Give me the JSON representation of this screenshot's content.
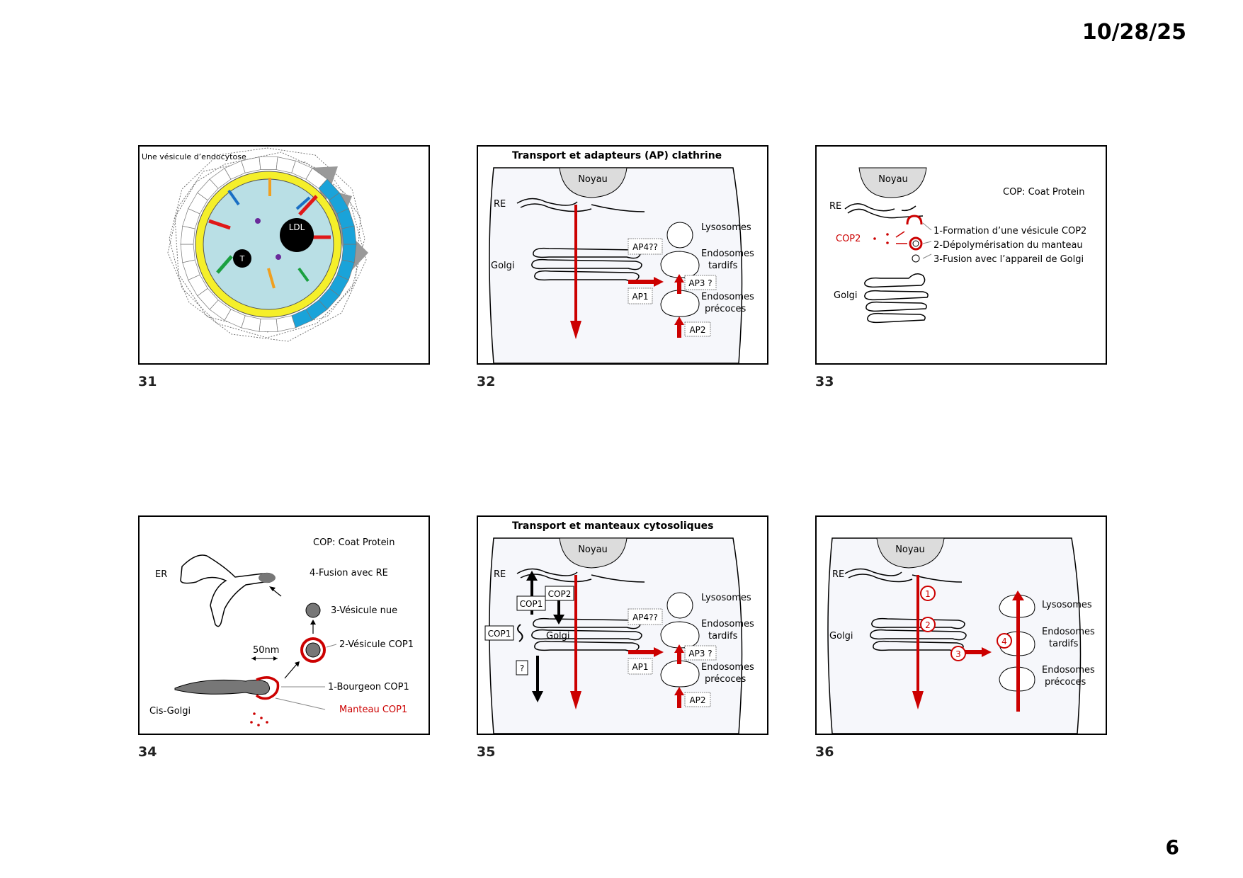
{
  "header": {
    "date": "10/28/25"
  },
  "footer": {
    "page_number": "6"
  },
  "slides": [
    {
      "number": "31",
      "title": "Une vésicule d’endocytose",
      "labels": {
        "ldl": "LDL",
        "t": "T"
      }
    },
    {
      "number": "32",
      "title": "Transport et adapteurs (AP) clathrine",
      "labels": {
        "noyau": "Noyau",
        "re": "RE",
        "golgi": "Golgi",
        "lysosomes": "Lysosomes",
        "endo_tardifs_1": "Endosomes",
        "endo_tardifs_2": "tardifs",
        "endo_precoces_1": "Endosomes",
        "endo_precoces_2": "précoces",
        "ap4": "AP4??",
        "ap1": "AP1",
        "ap3": "AP3 ?",
        "ap2": "AP2"
      }
    },
    {
      "number": "33",
      "labels": {
        "noyau": "Noyau",
        "cop": "COP: Coat Protein",
        "re": "RE",
        "cop2": "COP2",
        "golgi": "Golgi",
        "step1": "1-Formation d’une vésicule COP2",
        "step2": "2-Dépolymérisation du manteau",
        "step3": "3-Fusion avec l’appareil de Golgi"
      }
    },
    {
      "number": "34",
      "labels": {
        "cop": "COP: Coat Protein",
        "er": "ER",
        "step4": "4-Fusion avec RE",
        "step3": "3-Vésicule nue",
        "step2": "2-Vésicule COP1",
        "size": "50nm",
        "step1": "1-Bourgeon COP1",
        "manteau": "Manteau COP1",
        "cisgolgi": "Cis-Golgi"
      }
    },
    {
      "number": "35",
      "title": "Transport et manteaux cytosoliques",
      "labels": {
        "noyau": "Noyau",
        "re": "RE",
        "cop2": "COP2",
        "cop1a": "COP1",
        "cop1b": "COP1",
        "golgi": "Golgi",
        "q": "?",
        "lysosomes": "Lysosomes",
        "endo_tardifs_1": "Endosomes",
        "endo_tardifs_2": "tardifs",
        "endo_precoces_1": "Endosomes",
        "endo_precoces_2": "précoces",
        "ap4": "AP4??",
        "ap1": "AP1",
        "ap3": "AP3 ?",
        "ap2": "AP2"
      }
    },
    {
      "number": "36",
      "labels": {
        "noyau": "Noyau",
        "re": "RE",
        "golgi": "Golgi",
        "lysosomes": "Lysosomes",
        "endo_tardifs_1": "Endosomes",
        "endo_tardifs_2": "tardifs",
        "endo_precoces_1": "Endosomes",
        "endo_precoces_2": "précoces",
        "n1": "1",
        "n2": "2",
        "n3": "3",
        "n4": "4"
      }
    }
  ],
  "colors": {
    "arrow": "#cc0000",
    "cell": "#f6f7fb",
    "nucleus": "#dcdcdc",
    "vesicle_fill": "#b9dfe5",
    "membrane": "#f5ef2a",
    "coat": "#1aa3d9"
  }
}
